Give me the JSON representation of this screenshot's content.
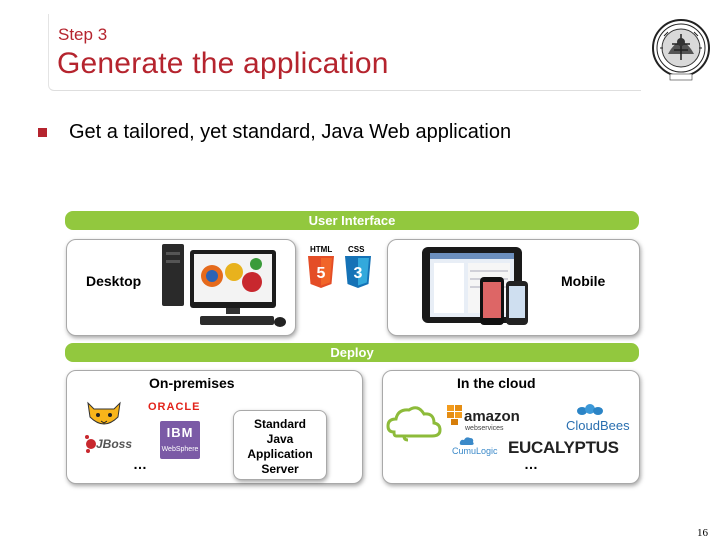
{
  "slide": {
    "step": "Step 3",
    "title": "Generate the application",
    "bullet": "Get a tailored, yet standard, Java Web application",
    "page_number": "16"
  },
  "ui_section": {
    "bar_label": "User Interface",
    "desktop_label": "Desktop",
    "mobile_label": "Mobile",
    "html5_label": "HTML",
    "css3_label": "CSS"
  },
  "deploy_section": {
    "bar_label": "Deploy",
    "on_premises": {
      "label": "On-premises",
      "oracle": "ORACLE",
      "jboss": "JBoss",
      "ibm": "IBM",
      "websphere": "WebSphere",
      "more": "…"
    },
    "standard_server": [
      "Standard",
      "Java",
      "Application",
      "Server"
    ],
    "cloud": {
      "label": "In the cloud",
      "amazon": "amazon",
      "amazon_sub": "webservices",
      "cloudbees": "CloudBees",
      "cumulogic": "CumuLogic",
      "eucalyptus": "EUCALYPTUS",
      "more": "…"
    }
  },
  "colors": {
    "accent": "#b5242e",
    "bar_green": "#92c83e",
    "html5_orange": "#e44d26",
    "css3_blue": "#1572b6",
    "oracle_red": "#e2231a"
  }
}
